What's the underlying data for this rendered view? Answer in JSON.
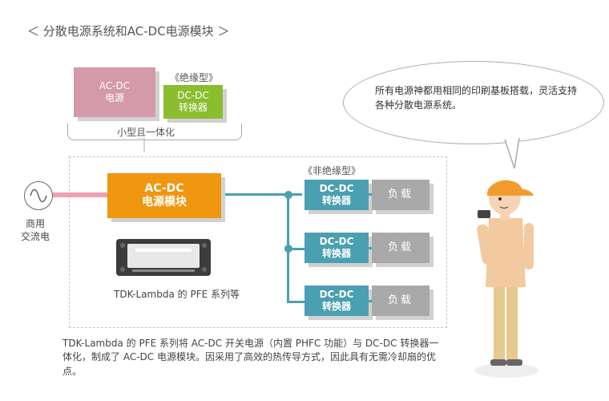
{
  "header": {
    "title": "＜ 分散电源系统和AC-DC电源模块 ＞"
  },
  "top_modules": {
    "acdc_line1": "AC-DC",
    "acdc_line2": "电源",
    "isolated_label": "《绝缘型》",
    "dcdc_line1": "DC-DC",
    "dcdc_line2": "转换器",
    "integration_label": "小型且一体化"
  },
  "main_diagram": {
    "acdc_module_line1": "AC-DC",
    "acdc_module_line2": "电源模块",
    "non_isolated_label": "《非绝缘型》",
    "mains_line1": "商用",
    "mains_line2": "交流电",
    "converters": [
      {
        "line1": "DC-DC",
        "line2": "转换器"
      },
      {
        "line1": "DC-DC",
        "line2": "转换器"
      },
      {
        "line1": "DC-DC",
        "line2": "转换器"
      }
    ],
    "loads": [
      "负载",
      "负载",
      "负载"
    ],
    "product_label": "TDK-Lambda 的 PFE 系列等"
  },
  "caption": "TDK-Lambda 的 PFE 系列将 AC-DC 开关电源（内置 PHFC 功能）与 DC-DC 转换器一体化，制成了 AC-DC 电源模块。因采用了高效的热传导方式，因此具有无需冷却扇的优点。",
  "speech_bubble": "所有电源神都用相同的印刷基板搭载，灵活支持各种分散电源系统。",
  "colors": {
    "orange": "#f0960f",
    "teal": "#4aa0b0",
    "green": "#8bbd2e",
    "pink": "#d49aaa",
    "gray": "#a9a9a9"
  },
  "icons": {
    "ac_source": "ac-sine-wave-icon",
    "product": "pfe-module-photo",
    "character": "worker-character-illustration"
  }
}
